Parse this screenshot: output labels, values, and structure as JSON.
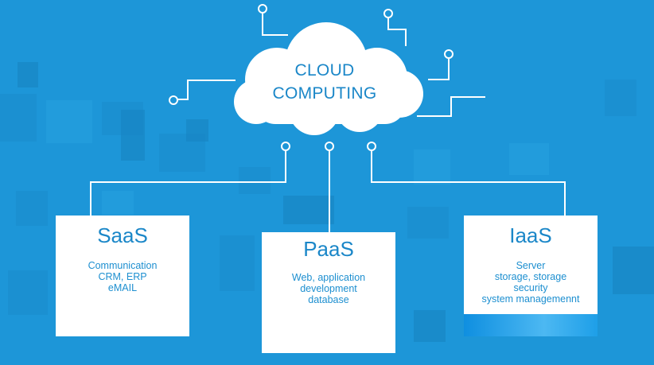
{
  "cloud": {
    "line1": "CLOUD",
    "line2": "COMPUTING"
  },
  "services": [
    {
      "title": "SaaS",
      "lines": [
        "Communication",
        "CRM, ERP",
        "eMAIL"
      ]
    },
    {
      "title": "PaaS",
      "lines": [
        "Web, application",
        "development",
        "database"
      ]
    },
    {
      "title": "IaaS",
      "lines": [
        "Server",
        "storage, storage",
        "security",
        "system managemennt"
      ]
    }
  ],
  "colors": {
    "background": "#1d96d8",
    "accent_text": "#1b87c8",
    "card": "#ffffff",
    "line": "#ffffff"
  }
}
